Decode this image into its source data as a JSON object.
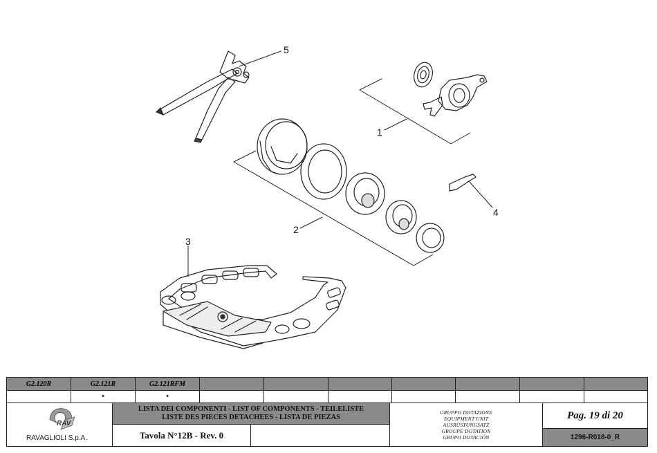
{
  "callouts": {
    "c1": "1",
    "c2": "2",
    "c3": "3",
    "c4": "4",
    "c5": "5"
  },
  "table": {
    "models": [
      "G2.120R",
      "G2.121R",
      "G2.121RFM",
      "",
      "",
      "",
      "",
      "",
      "",
      ""
    ],
    "marks": [
      "",
      "•",
      "•",
      "",
      "",
      "",
      "",
      "",
      "",
      ""
    ]
  },
  "title_block": {
    "company": "RAVAGLIOLI S.p.A.",
    "logo_text": "RAV",
    "title_line1": "LISTA DEI COMPONENTI - LIST OF COMPONENTS - TEILELISTE",
    "title_line2": "LISTE DES PIECES DETACHEES - LISTA DE PIEZAS",
    "tavola": "Tavola N°12B - Rev. 0",
    "group_lines": [
      "GRUPPO DOTAZIONE",
      "EQUIPMENT UNIT",
      "AUSRÜSTUNGSATZ",
      "GROUPE DOTATION",
      "GRUPO DOTACIÓN"
    ],
    "page": "Pag. 19 di 20",
    "code": "1296-R018-0_R"
  }
}
